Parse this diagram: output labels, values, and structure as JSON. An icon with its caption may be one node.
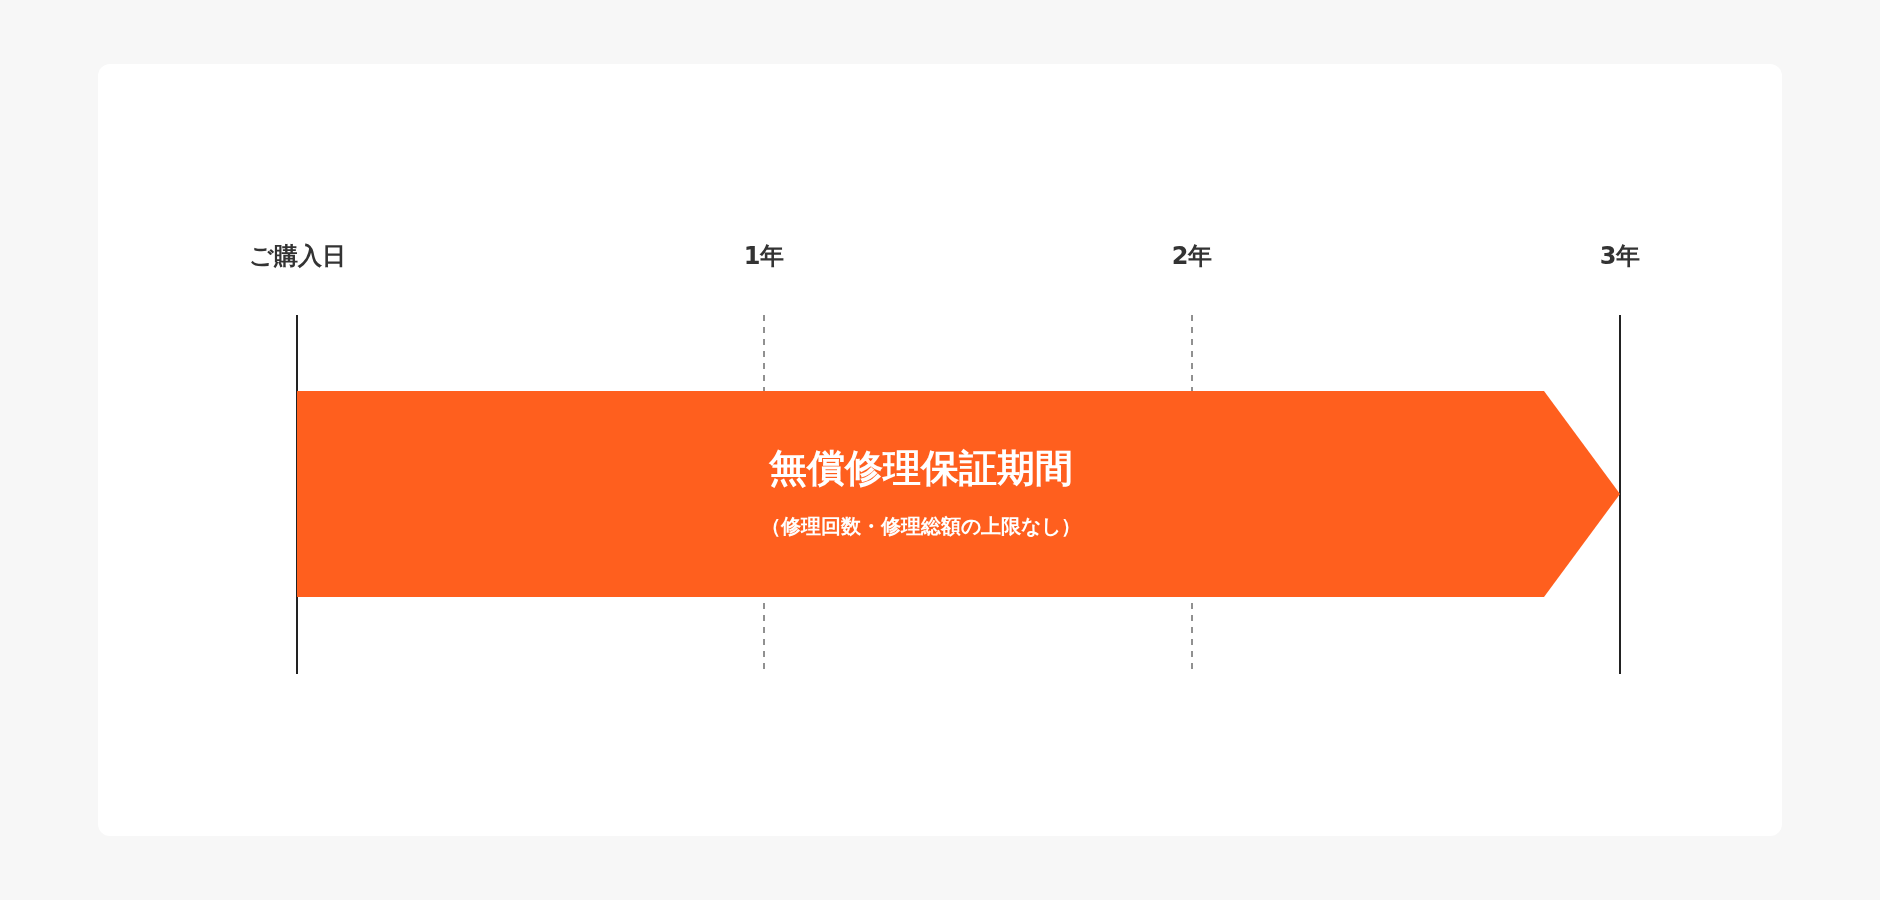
{
  "diagram": {
    "nodes": [
      {
        "text": [
          "無償修理保証期間",
          "（修理回数・修理総額の上限なし）"
        ]
      }
    ],
    "labels": [
      "ご購入日",
      "1年",
      "2年",
      "3年"
    ]
  }
}
